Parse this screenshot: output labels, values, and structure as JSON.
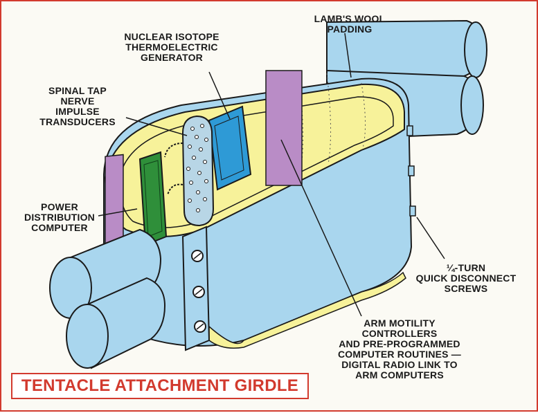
{
  "labels": {
    "lambs_wool": "LAMB'S WOOL\nPADDING",
    "nuclear_isotope": "NUCLEAR ISOTOPE\nTHERMOELECTRIC\nGENERATOR",
    "spinal_tap": "SPINAL TAP\nNERVE\nIMPULSE\nTRANSDUCERS",
    "power_distribution": "POWER\nDISTRIBUTION\nCOMPUTER",
    "quarter_turn": "¼-TURN\nQUICK DISCONNECT\nSCREWS",
    "arm_motility": "ARM MOTILITY\nCONTROLLERS\nAND PRE-PROGRAMMED\nCOMPUTER ROUTINES —\nDIGITAL RADIO LINK TO\nARM COMPUTERS"
  },
  "title": "TENTACLE ATTACHMENT GIRDLE",
  "colors": {
    "border_red": "#d23a2e",
    "girdle_blue": "#a9d6ee",
    "padding_yellow": "#f7f29a",
    "module_purple": "#b98cc6",
    "module_green": "#2f8f3a",
    "module_blue": "#2e9ad6",
    "transducer_blue": "#b8d6e6"
  }
}
